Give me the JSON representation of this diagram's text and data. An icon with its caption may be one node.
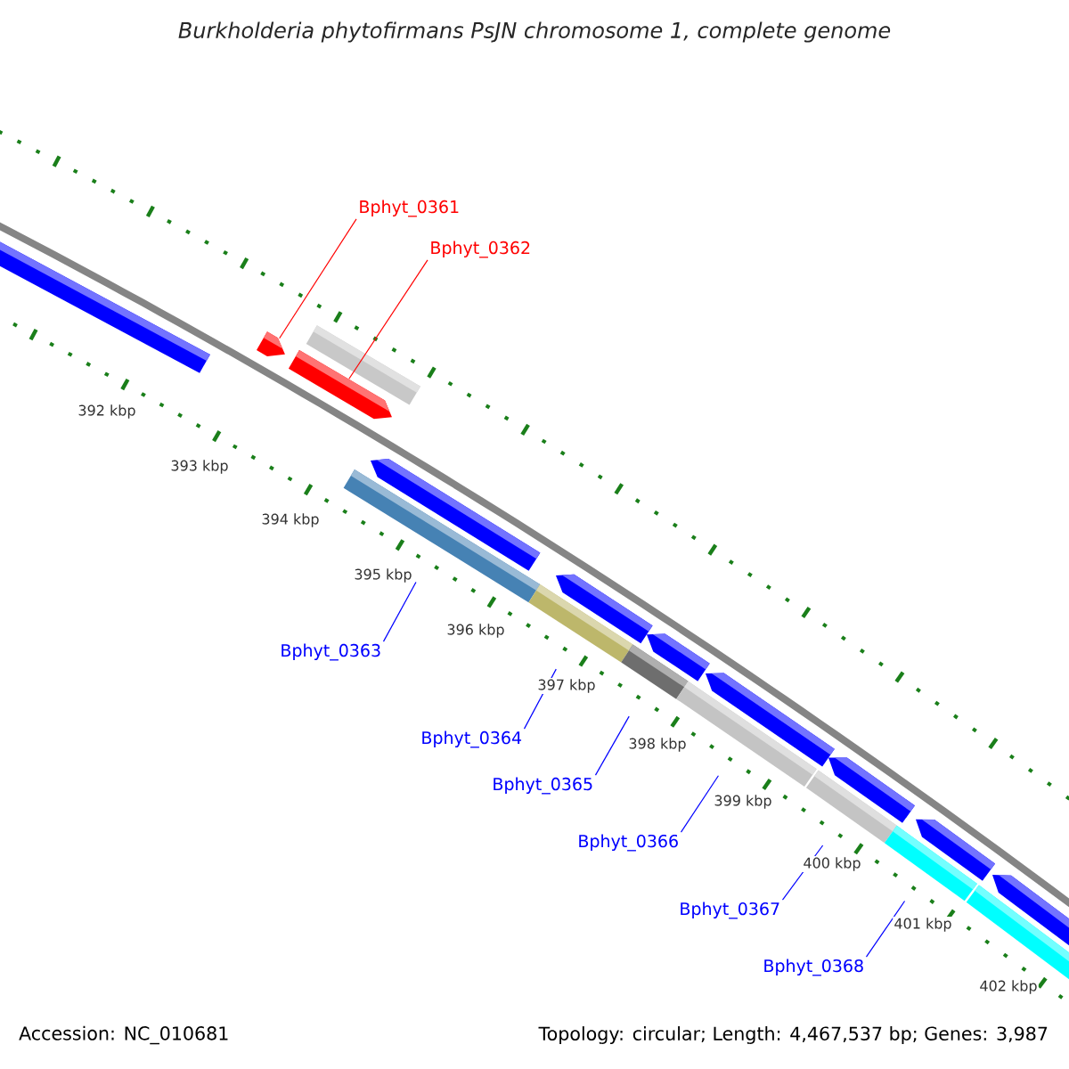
{
  "diagram": {
    "title": "Burkholderia phytofirmans PsJN chromosome 1, complete genome",
    "nodes": [
      {
        "text": [
          "Bphyt_0361"
        ]
      },
      {
        "text": [
          "Bphyt_0362"
        ]
      },
      {
        "text": [
          "Bphyt_0363"
        ]
      },
      {
        "text": [
          "Bphyt_0364"
        ]
      },
      {
        "text": [
          "Bphyt_0365"
        ]
      },
      {
        "text": [
          "Bphyt_0366"
        ]
      },
      {
        "text": [
          "Bphyt_0367"
        ]
      },
      {
        "text": [
          "Bphyt_0368"
        ]
      },
      {
        "text": [],
        "shape": "bar"
      },
      {
        "text": [],
        "shape": "bar"
      },
      {
        "text": [],
        "shape": "bar"
      },
      {
        "text": [],
        "shape": "bar"
      },
      {
        "text": [],
        "shape": "bar"
      },
      {
        "text": [],
        "shape": "bar"
      },
      {
        "text": [],
        "shape": "bar"
      },
      {
        "text": [],
        "shape": "bar"
      }
    ],
    "edges": [
      {
        "from": 0,
        "to": 8,
        "arrow": "none",
        "color": "#ff0000"
      },
      {
        "from": 1,
        "to": 9,
        "arrow": "none",
        "color": "#ff0000"
      },
      {
        "from": 2,
        "to": 10,
        "arrow": "none"
      },
      {
        "from": 3,
        "to": 11,
        "arrow": "none"
      },
      {
        "from": 4,
        "to": 12,
        "arrow": "none"
      },
      {
        "from": 5,
        "to": 13,
        "arrow": "none"
      },
      {
        "from": 6,
        "to": 14,
        "arrow": "none"
      },
      {
        "from": 7,
        "to": 15,
        "arrow": "none"
      }
    ],
    "labels": [
      "392 kbp",
      "393 kbp",
      "394 kbp",
      "395 kbp",
      "396 kbp",
      "397 kbp",
      "398 kbp",
      "399 kbp",
      "400 kbp",
      "401 kbp",
      "402 kbp",
      "Accession: NC_010681",
      "Topology: circular; Length: 4,467,537 bp; Genes: 3,987"
    ]
  }
}
